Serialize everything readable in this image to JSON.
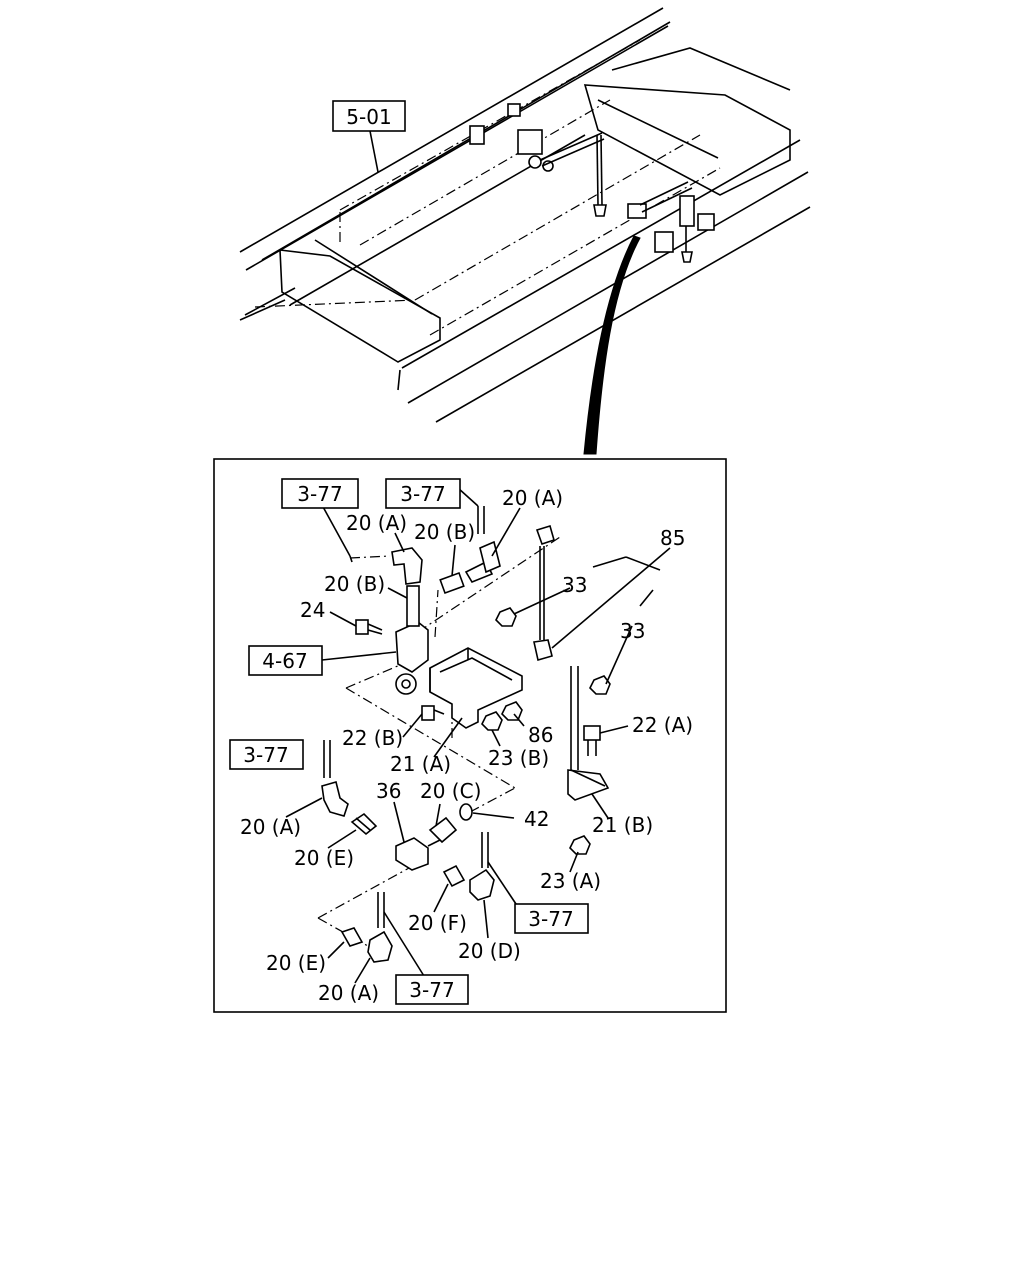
{
  "refs": {
    "r501": "5-01",
    "r467": "4-67",
    "r377": "3-77"
  },
  "labels": {
    "n85": "85",
    "n33": "33",
    "n24": "24",
    "n86": "86",
    "n36": "36",
    "n42": "42",
    "p20A": "20 (A)",
    "p20B": "20 (B)",
    "p20C": "20 (C)",
    "p20D": "20 (D)",
    "p20E": "20 (E)",
    "p20F": "20 (F)",
    "p21A": "21 (A)",
    "p21B": "21 (B)",
    "p22A": "22 (A)",
    "p22B": "22 (B)",
    "p23A": "23 (A)",
    "p23B": "23 (B)"
  }
}
